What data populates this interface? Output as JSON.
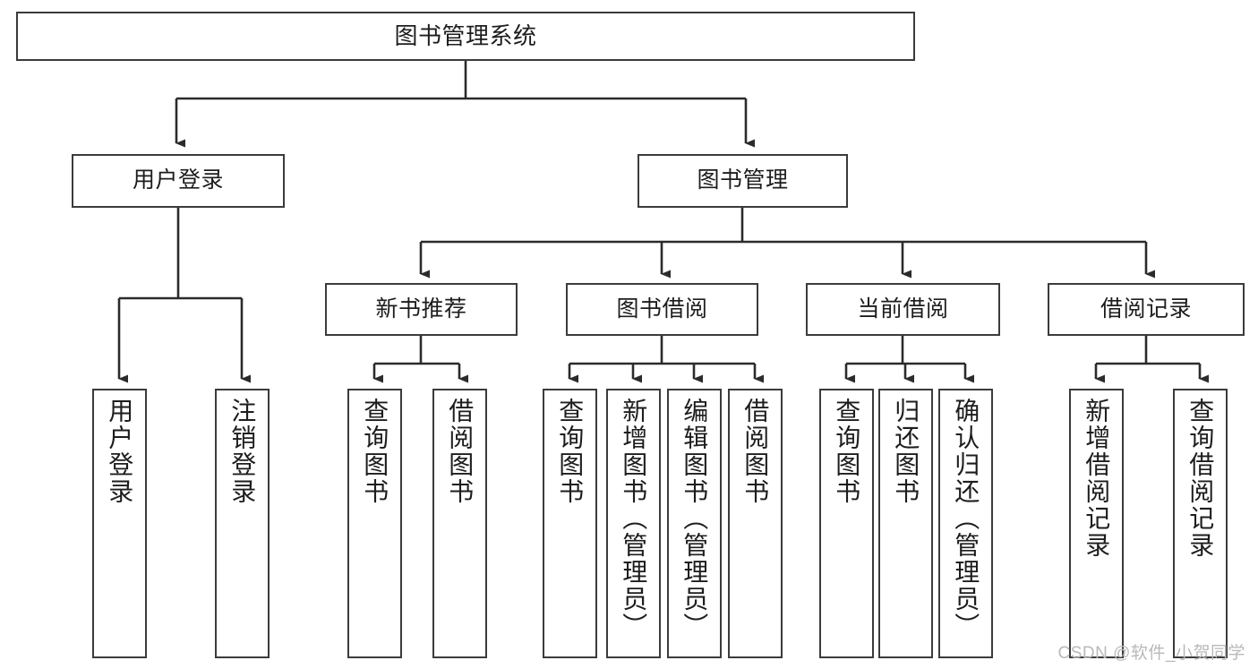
{
  "diagram": {
    "title": "图书管理系统",
    "type": "tree-hierarchy-chart",
    "watermark": "CSDN @软件_小贺同学",
    "colors": {
      "background": "#ffffff",
      "border": "#3b3b3b",
      "text": "#1d1d1d",
      "edge": "#2b2b2b",
      "watermark": "#b9b9b9"
    },
    "nodes": {
      "root": {
        "label": "图书管理系统"
      },
      "level1": [
        {
          "id": "user-login",
          "label": "用户登录"
        },
        {
          "id": "book-management",
          "label": "图书管理"
        }
      ],
      "level2": [
        {
          "id": "new-book-recommend",
          "label": "新书推荐"
        },
        {
          "id": "book-borrow",
          "label": "图书借阅"
        },
        {
          "id": "current-borrow",
          "label": "当前借阅"
        },
        {
          "id": "borrow-record",
          "label": "借阅记录"
        }
      ],
      "leaves": {
        "user_login": [
          {
            "id": "leaf-user-login",
            "label": "用户登录"
          },
          {
            "id": "leaf-logout-login",
            "label": "注销登录"
          }
        ],
        "new_book_recommend": [
          {
            "id": "leaf-query-book-1",
            "label": "查询图书"
          },
          {
            "id": "leaf-borrow-book-1",
            "label": "借阅图书"
          }
        ],
        "book_borrow": [
          {
            "id": "leaf-query-book-2",
            "label": "查询图书"
          },
          {
            "id": "leaf-add-book",
            "label": "新增图书（管理员）"
          },
          {
            "id": "leaf-edit-book",
            "label": "编辑图书（管理员）"
          },
          {
            "id": "leaf-borrow-book-2",
            "label": "借阅图书"
          }
        ],
        "current_borrow": [
          {
            "id": "leaf-query-book-3",
            "label": "查询图书"
          },
          {
            "id": "leaf-return-book",
            "label": "归还图书"
          },
          {
            "id": "leaf-confirm-return",
            "label": "确认归还（管理员）"
          }
        ],
        "borrow_record": [
          {
            "id": "leaf-add-record",
            "label": "新增借阅记录"
          },
          {
            "id": "leaf-query-record",
            "label": "查询借阅记录"
          }
        ]
      }
    }
  }
}
